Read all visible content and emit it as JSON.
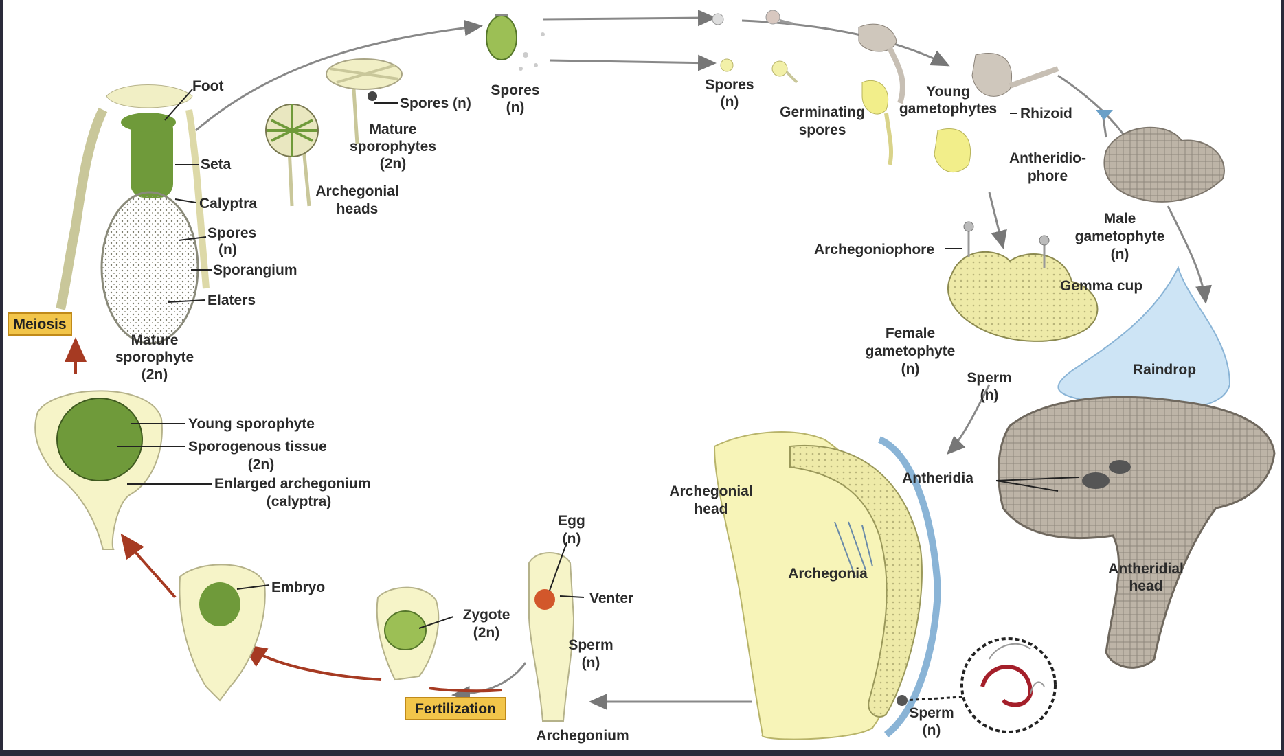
{
  "colors": {
    "background": "#ffffff",
    "frame": "#2a2a3a",
    "moss_green": "#6f9a3a",
    "pale_yellow": "#f3f0b0",
    "tan_male": "#c7bfb4",
    "raindrop_blue": "#cde4f5",
    "red_arrow": "#a63a22",
    "egg_red": "#d2572b",
    "tag_fill": "#f2c54a"
  },
  "icons": [
    "spore-icon",
    "gametophyte-icon",
    "raindrop-icon",
    "sperm-icon",
    "egg-icon",
    "embryo-icon"
  ],
  "labels": {
    "foot": "Foot",
    "seta": "Seta",
    "calyptra": "Calyptra",
    "spores_mature": "Spores",
    "n1": "(n)",
    "sporangium": "Sporangium",
    "elaters": "Elaters",
    "mature_sporophyte": "Mature",
    "mature_sporophyte_2": "sporophyte",
    "two_n1": "(2n)",
    "spores_n_top": "Spores (n)",
    "mature_sporophytes": "Mature",
    "mature_sporophytes_2": "sporophytes",
    "two_n2": "(2n)",
    "archegonial_heads": "Archegonial",
    "archegonial_heads_2": "heads",
    "spores_capsule": "Spores",
    "n2": "(n)",
    "spores_right": "Spores",
    "n3": "(n)",
    "germinating": "Germinating",
    "germinating_2": "spores",
    "young_gametophytes": "Young",
    "young_gametophytes_2": "gametophytes",
    "rhizoid": "Rhizoid",
    "antheridiophore": "Antheridio-",
    "antheridiophore_2": "phore",
    "male_gametophyte": "Male",
    "male_gametophyte_2": "gametophyte",
    "n4": "(n)",
    "archegoniophore": "Archegoniophore",
    "gemma_cup": "Gemma cup",
    "female_gametophyte": "Female",
    "female_gametophyte_2": "gametophyte",
    "n5": "(n)",
    "sperm_mid": "Sperm",
    "n6": "(n)",
    "raindrop": "Raindrop",
    "antheridia": "Antheridia",
    "antheridial_head": "Antheridial",
    "antheridial_head_2": "head",
    "archegonial_head": "Archegonial",
    "archegonial_head_2": "head",
    "archegonia": "Archegonia",
    "sperm_bottom": "Sperm",
    "n7": "(n)",
    "archegonium": "Archegonium",
    "egg": "Egg",
    "n8": "(n)",
    "venter": "Venter",
    "sperm_arch": "Sperm",
    "n9": "(n)",
    "zygote": "Zygote",
    "two_n3": "(2n)",
    "embryo": "Embryo",
    "young_sporophyte": "Young sporophyte",
    "sporogenous_tissue": "Sporogenous tissue",
    "two_n4": "(2n)",
    "enlarged_archegonium": "Enlarged archegonium",
    "calyptra_paren": "(calyptra)",
    "meiosis": "Meiosis",
    "fertilization": "Fertilization"
  }
}
